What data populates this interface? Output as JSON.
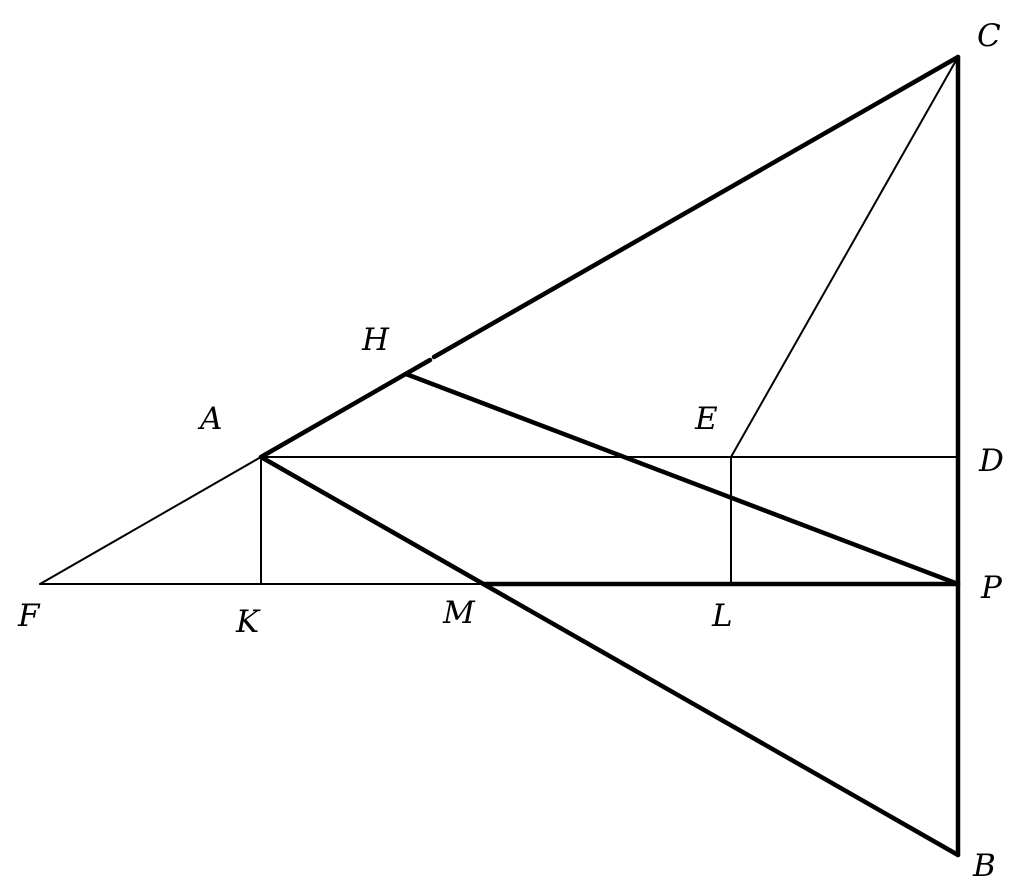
{
  "diagram": {
    "points": {
      "A": "A",
      "B": "B",
      "C": "C",
      "D": "D",
      "E": "E",
      "F": "F",
      "H": "H",
      "K": "K",
      "L": "L",
      "M": "M",
      "P": "P"
    },
    "segments": [
      {
        "from": "C",
        "to": "B",
        "style": "thick"
      },
      {
        "from": "C",
        "to": "A",
        "style": "thick"
      },
      {
        "from": "A",
        "to": "B",
        "style": "thick"
      },
      {
        "from": "H",
        "to": "P",
        "style": "thick"
      },
      {
        "from": "M",
        "to": "P",
        "style": "thick"
      },
      {
        "from": "F",
        "to": "A",
        "style": "thin"
      },
      {
        "from": "F",
        "to": "M",
        "style": "thin"
      },
      {
        "from": "A",
        "to": "D",
        "style": "thin"
      },
      {
        "from": "A",
        "to": "K",
        "style": "thin"
      },
      {
        "from": "E",
        "to": "L",
        "style": "thin"
      },
      {
        "from": "C",
        "to": "E",
        "style": "thin"
      }
    ]
  }
}
